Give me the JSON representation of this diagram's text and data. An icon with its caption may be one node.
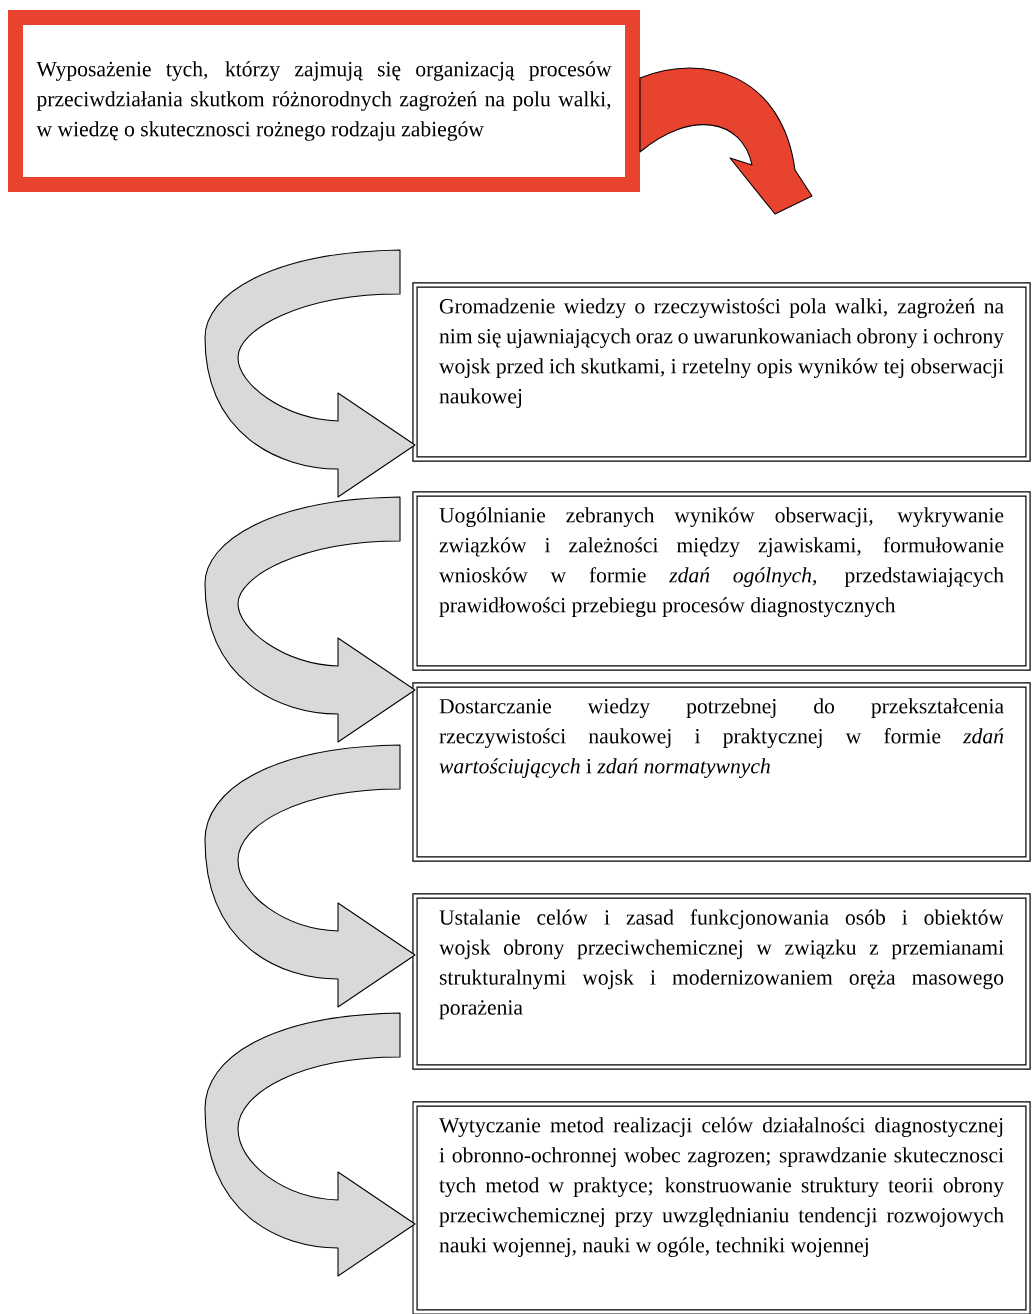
{
  "diagram": {
    "nodes": [
      {
        "text": [
          "Wyposażenie tych, którzy zajmują się organizacją procesów przeciwdziałania skutkom różnorodnych zagrożeń na polu walki, w wiedzę o skutecznosci rożnego rodzaju zabiegów"
        ]
      },
      {
        "text": [
          "Gromadzenie wiedzy o rzeczywistości pola walki, zagrożeń na nim się ujawniających oraz o uwarunkowaniach obrony i ochrony wojsk przed ich skutkami, i rzetelny opis wyników tej obserwacji naukowej"
        ]
      },
      {
        "text": [
          "Uogólnianie zebranych wyników obserwacji, wykrywanie związków i zależności między zjawiskami, formułowanie wniosków w formie *zdań ogólnych*, przedstawiających prawidłowości przebiegu procesów diagnostycznych"
        ]
      },
      {
        "text": [
          "Dostarczanie wiedzy potrzebnej do przekształcenia rzeczywistości naukowej i praktycznej w formie *zdań wartościujących* i *zdań normatywnych*"
        ]
      },
      {
        "text": [
          "Ustalanie celów i zasad funkcjonowania osób i obiektów wojsk obrony przeciwchemicznej w związku z przemianami strukturalnymi wojsk i modernizowaniem oręża masowego porażenia"
        ]
      },
      {
        "text": [
          "Wytyczanie metod realizacji celów działalności diagnostycznej i obronno-ochronnej wobec zagrozen; sprawdzanie skutecznosci tych metod w praktyce; konstruowanie struktury teorii obrony przeciwchemicznej przy uwzględnianiu tendencji rozwojowych nauki wojennej, nauki w ogóle, techniki wojennej"
        ]
      }
    ],
    "edges": [
      {
        "from": 0,
        "to": null,
        "arrow": "to",
        "color": "#e8432f"
      },
      {
        "from": null,
        "to": 1,
        "arrow": "to"
      },
      {
        "from": null,
        "to": 3,
        "arrow": "to"
      },
      {
        "from": null,
        "to": 4,
        "arrow": "to"
      },
      {
        "from": null,
        "to": 5,
        "arrow": "to"
      }
    ]
  }
}
